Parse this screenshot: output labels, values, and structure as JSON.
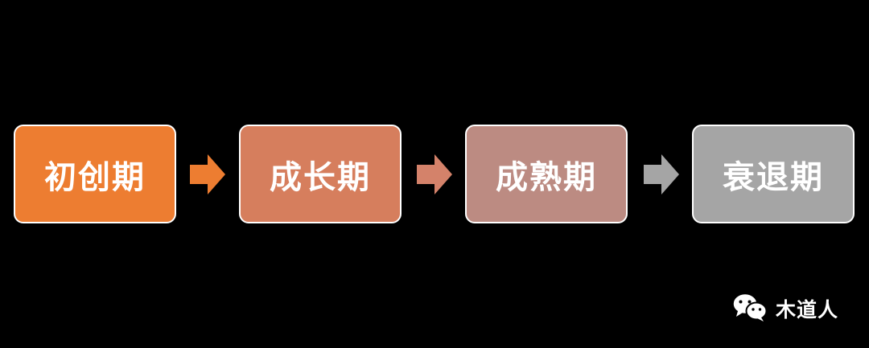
{
  "stages": [
    {
      "label": "初创期",
      "color": "#ED7D31"
    },
    {
      "label": "成长期",
      "color": "#D67E5D"
    },
    {
      "label": "成熟期",
      "color": "#BC8B82"
    },
    {
      "label": "衰退期",
      "color": "#A5A5A5"
    }
  ],
  "arrows": [
    {
      "color": "#ED7D31"
    },
    {
      "color": "#D4826A"
    },
    {
      "color": "#A5A5A5"
    }
  ],
  "watermark": {
    "icon": "wechat-icon",
    "text": "木道人"
  }
}
